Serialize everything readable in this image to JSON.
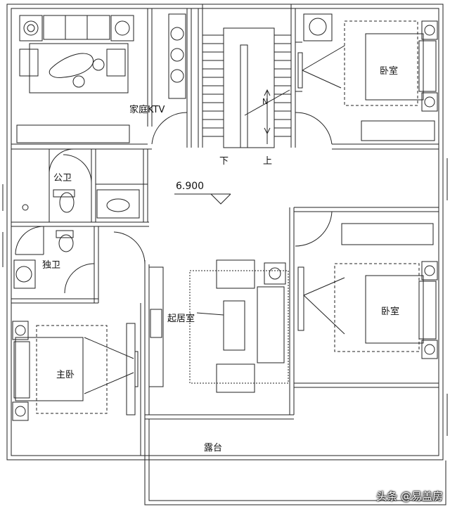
{
  "rooms": {
    "family_ktv": "家庭KTV",
    "public_bath": "公卫",
    "private_bath": "独卫",
    "master_bedroom": "主卧",
    "living_room": "起居室",
    "bedroom_top": "卧室",
    "bedroom_mid": "卧室",
    "terrace": "露台"
  },
  "stairs": {
    "down": "下",
    "up": "上",
    "north": "N"
  },
  "elevation": "6.900",
  "watermark": "头条 @易盖房"
}
